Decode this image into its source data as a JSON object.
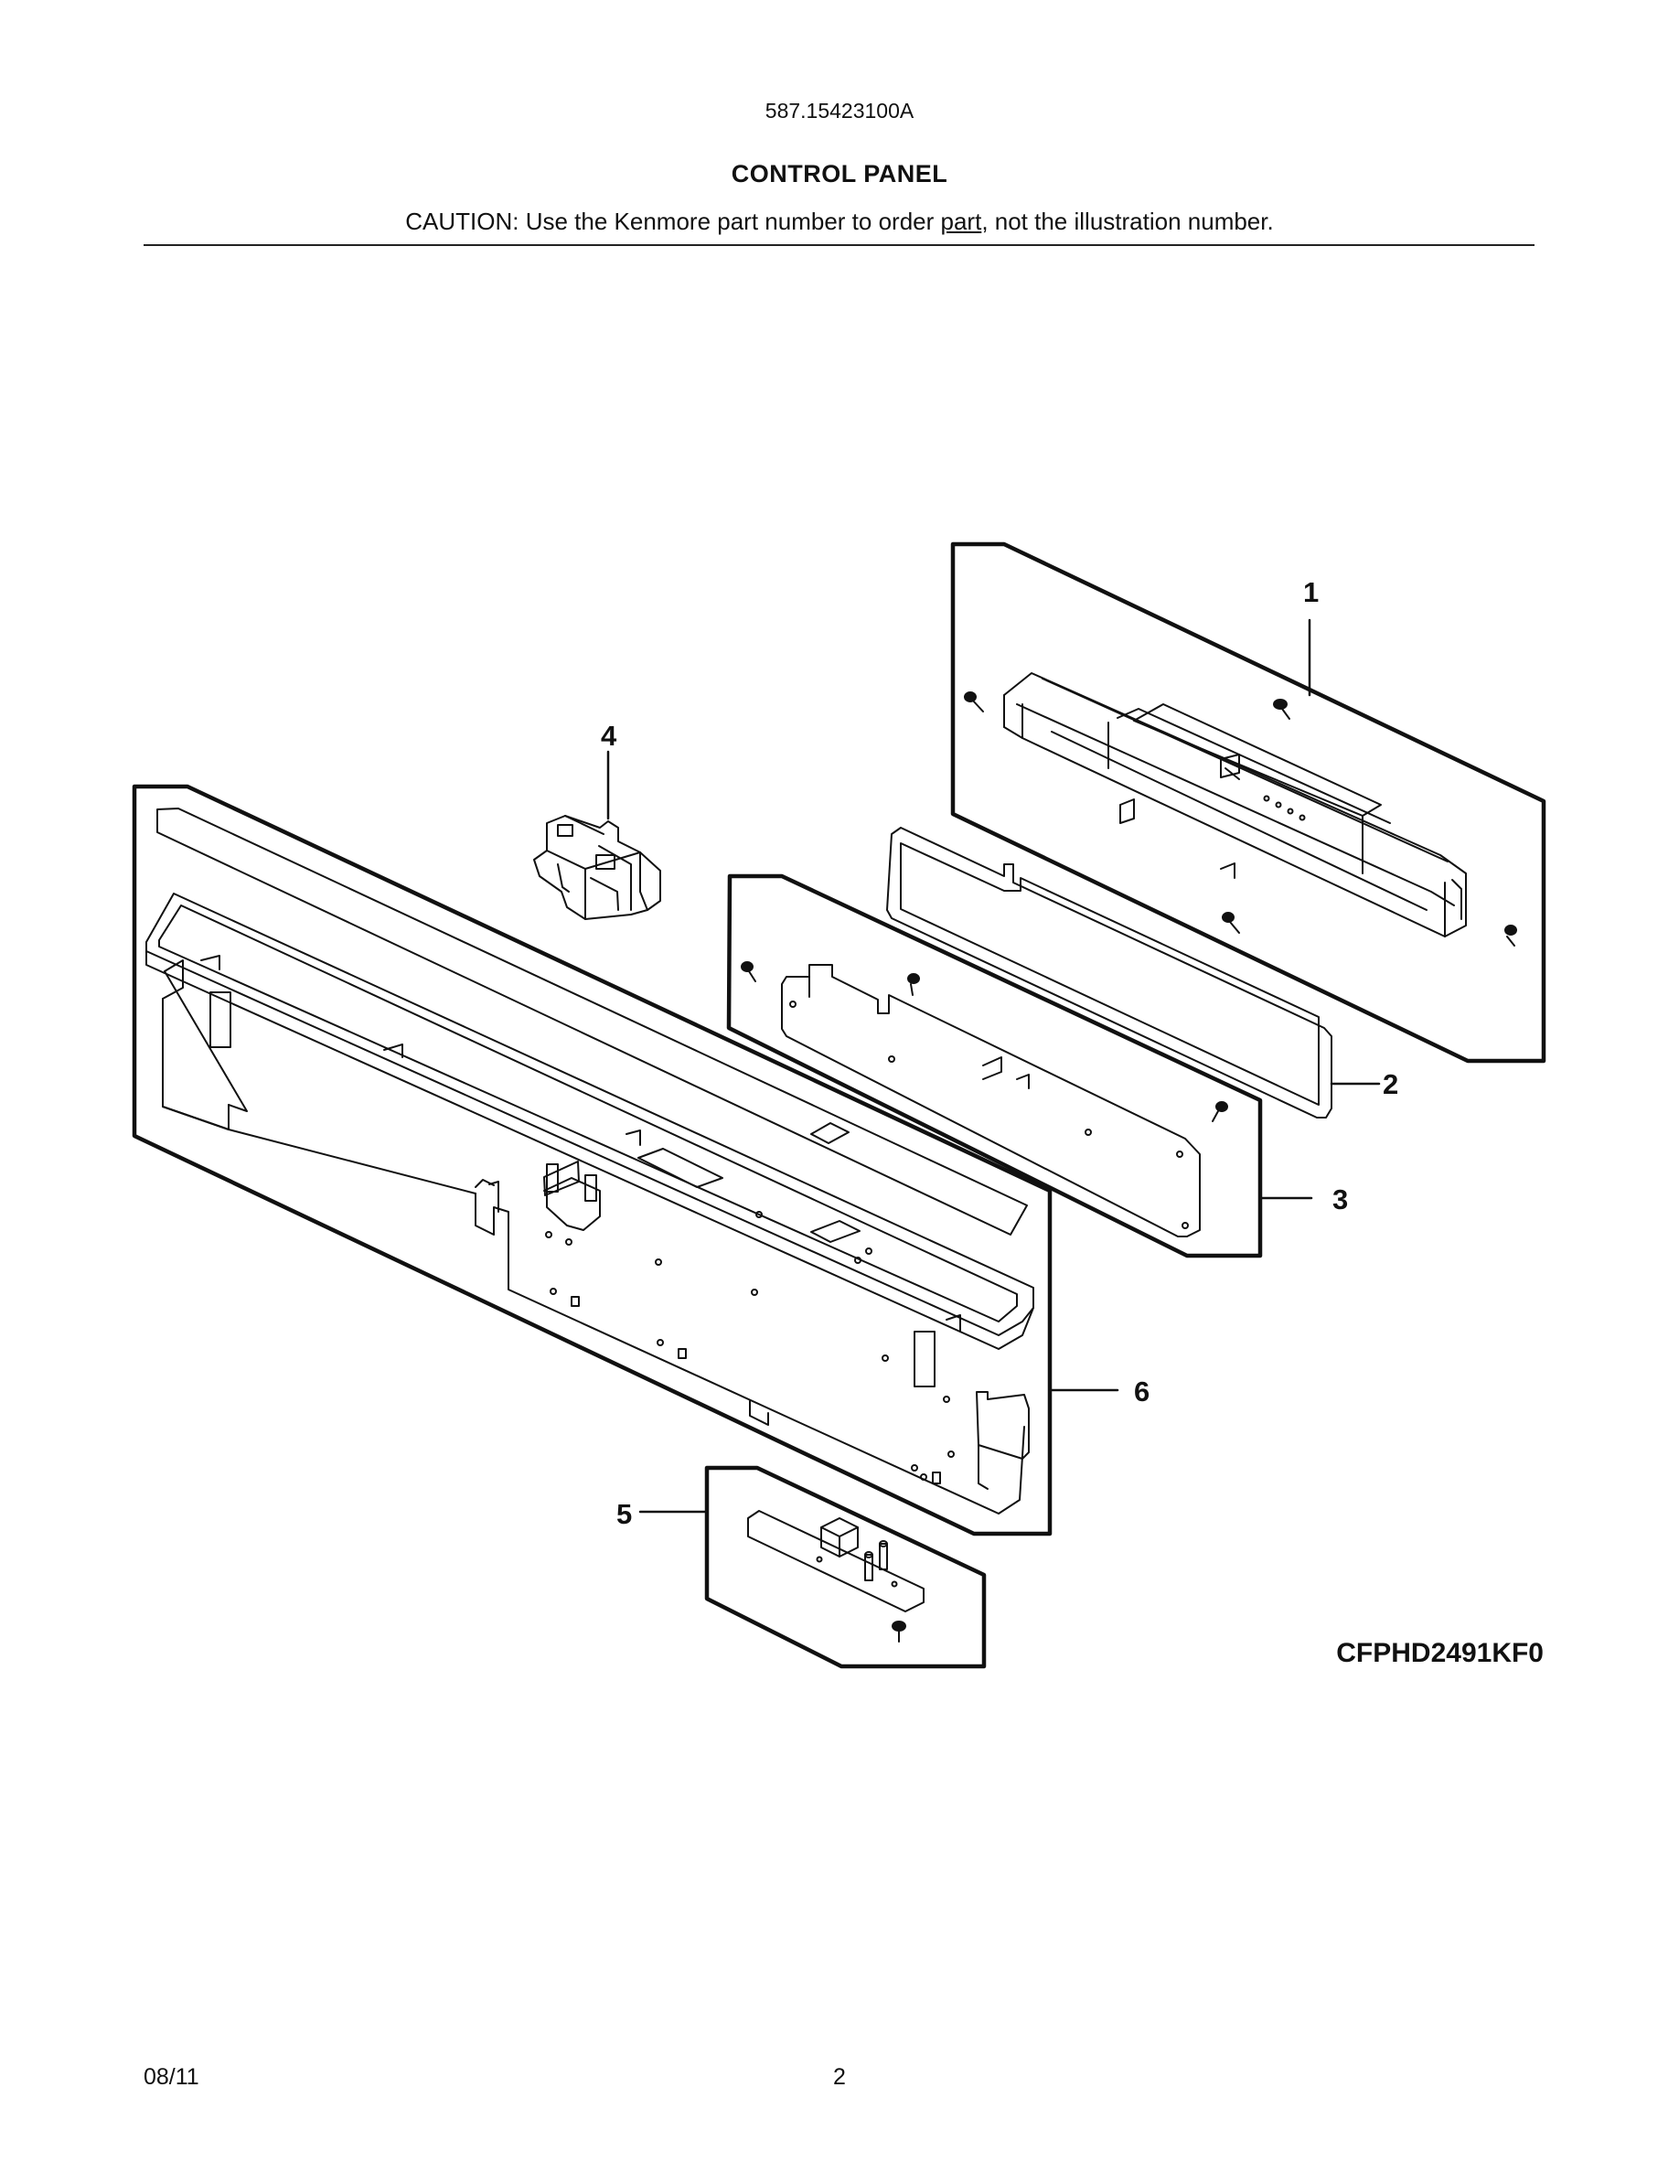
{
  "header": {
    "model_number": "587.15423100A",
    "title": "CONTROL PANEL",
    "caution_prefix": "CAUTION: Use the Kenmore part number to order ",
    "caution_underlined": "part",
    "caution_suffix": ", not the illustration number."
  },
  "diagram": {
    "callouts": [
      "1",
      "2",
      "3",
      "4",
      "5",
      "6"
    ],
    "code": "CFPHD2491KF0"
  },
  "footer": {
    "date": "08/11",
    "page": "2"
  }
}
